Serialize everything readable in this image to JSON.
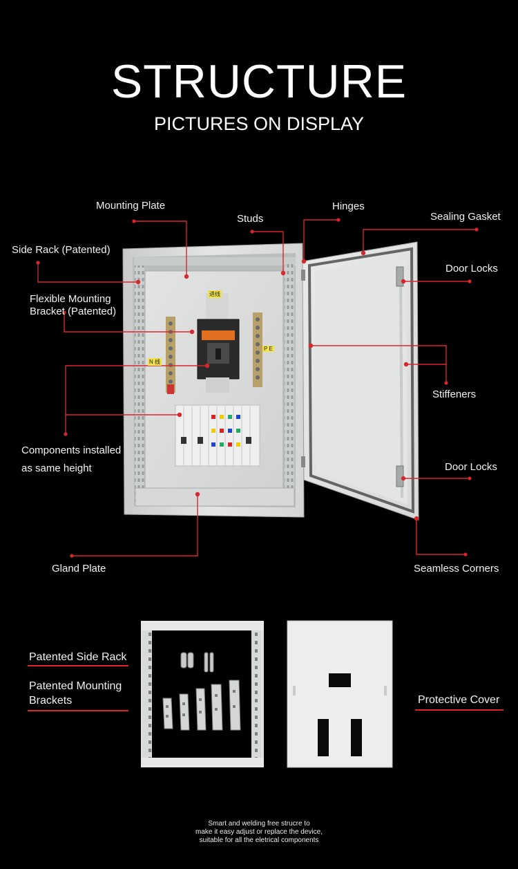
{
  "header": {
    "title": "STRUCTURE",
    "subtitle": "PICTURES ON DISPLAY"
  },
  "callouts": {
    "mounting_plate": "Mounting Plate",
    "studs": "Studs",
    "hinges": "Hinges",
    "sealing_gasket": "Sealing Gasket",
    "side_rack": "Side Rack (Patented)",
    "door_locks_top": "Door Locks",
    "flexible_bracket_line1": "Flexible Mounting",
    "flexible_bracket_line2": "Bracket (Patented)",
    "stiffeners": "Stiffeners",
    "components_line1": "Components installed",
    "components_line2": "as same height",
    "door_locks_bottom": "Door Locks",
    "gland_plate": "Gland Plate",
    "seamless_corners": "Seamless Corners"
  },
  "cabinet_labels": {
    "breaker_tag": "进线",
    "n_bar_tag": "N 线",
    "pe_bar_tag": "P E"
  },
  "accessories": {
    "patented_side_rack": "Patented Side Rack",
    "patented_brackets_line1": "Patented Mounting",
    "patented_brackets_line2": "Brackets",
    "protective_cover": "Protective Cover"
  },
  "caption": {
    "line1": "Smart and welding free strucre to",
    "line2": "make it easy adjust or replace the device,",
    "line3": "suitable for all the eletrical  components"
  },
  "colors": {
    "background": "#000000",
    "accent_red": "#d8262d",
    "text": "#ffffff",
    "cabinet_grey": "#dcdedd"
  }
}
